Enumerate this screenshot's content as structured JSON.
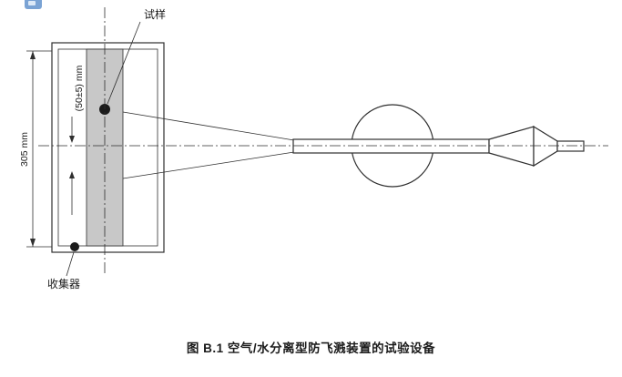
{
  "figure": {
    "caption": "图 B.1  空气/水分离型防飞溅装置的试验设备",
    "labels": {
      "specimen": "试样",
      "collector": "收集器",
      "height_dimension": "305 mm",
      "offset_dimension": "(50±5) mm"
    },
    "colors": {
      "line": "#2f2f2f",
      "shade": "#c8c8c8",
      "background": "#ffffff",
      "artifact_blue": "#7aa3d4"
    }
  }
}
